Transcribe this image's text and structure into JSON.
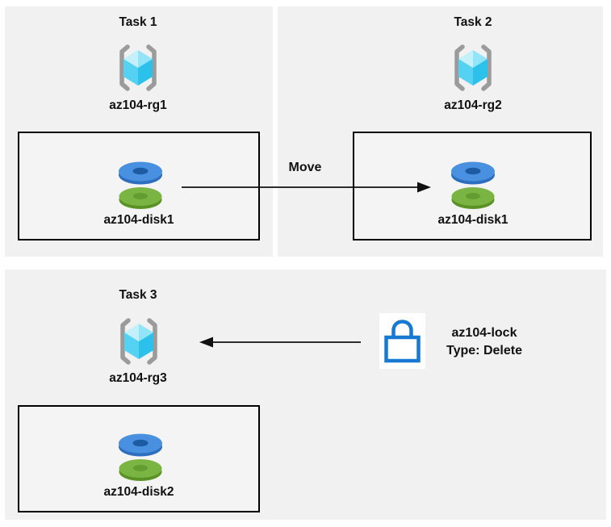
{
  "colors": {
    "panel_bg": "#f1f1f1",
    "box_border": "#000000",
    "text": "#111111",
    "arrow": "#111111",
    "bracket_gray": "#9b9b9b",
    "cube_top_left": "#c3f0fb",
    "cube_top_right": "#92e5f8",
    "cube_left": "#55d1f1",
    "cube_right": "#2cc1ea",
    "disk_blue_top": "#4a90e0",
    "disk_blue_side": "#2d6fbe",
    "disk_blue_hole": "#1d5ba2",
    "disk_green_top": "#7ab443",
    "disk_green_side": "#5b9226",
    "disk_green_hole": "#639c30",
    "lock_blue": "#1879d2",
    "lock_bg": "#ffffff"
  },
  "tasks": [
    {
      "title": "Task 1",
      "resource_group": "az104-rg1",
      "disk": "az104-disk1"
    },
    {
      "title": "Task 2",
      "resource_group": "az104-rg2",
      "disk": "az104-disk1"
    },
    {
      "title": "Task 3",
      "resource_group": "az104-rg3",
      "disk": "az104-disk2"
    }
  ],
  "arrows": {
    "move_label": "Move"
  },
  "lock": {
    "name": "az104-lock",
    "type": "Type: Delete"
  }
}
